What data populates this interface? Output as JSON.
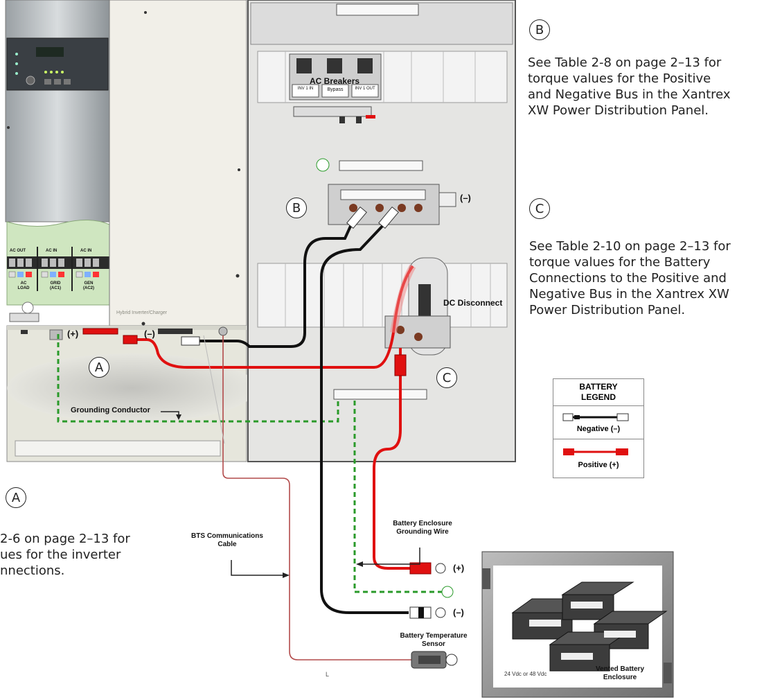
{
  "labels": {
    "ac_breakers": "AC Breakers",
    "breaker_inv1_in": "INV 1 IN",
    "breaker_bypass": "Bypass",
    "breaker_inv1_out": "INV 1 OUT",
    "dc_disconnect": "DC Disconnect",
    "hybrid_inverter": "Hybrid Inverter/Charger",
    "grounding_conductor": "Grounding Conductor",
    "bts_cable_line1": "BTS Communications",
    "bts_cable_line2": "Cable",
    "enclosure_ground_line1": "Battery Enclosure",
    "enclosure_ground_line2": "Grounding Wire",
    "temp_sensor_line1": "Battery Temperature",
    "temp_sensor_line2": "Sensor",
    "vented_line1": "Vented Battery",
    "vented_line2": "Enclosure",
    "voltage": "24 Vdc or 48 Vdc",
    "pos_terminal": "(+)",
    "neg_terminal": "(–)",
    "bus_neg": "(–)",
    "batt_pos": "(+)",
    "batt_neg": "(–)",
    "ac_out": "AC OUT",
    "ac_in_1": "AC IN",
    "ac_in_2": "AC IN",
    "ac_load_1": "AC",
    "ac_load_2": "LOAD",
    "grid_1": "GRID",
    "grid_2": "(AC1)",
    "gen_1": "GEN",
    "gen_2": "(AC2)",
    "tiny_l": "L"
  },
  "callouts": {
    "b_top": "B",
    "b_mid": "B",
    "c_top": "C",
    "c_mid": "C",
    "a_mid": "A",
    "a_bottom": "A"
  },
  "notes": {
    "b": [
      "See Table 2-8 on page 2–13 for",
      "torque values for the Positive",
      "and Negative Bus in the Xantrex",
      "XW Power Distribution Panel."
    ],
    "c": [
      "See Table 2-10 on page 2–13 for",
      "torque values for the Battery",
      "Connections to the Positive and",
      "Negative Bus in the Xantrex XW",
      "Power Distribution Panel."
    ],
    "a": [
      "2-6 on page 2–13 for",
      "ues for the inverter",
      "nnections."
    ]
  },
  "legend": {
    "title_line1": "BATTERY",
    "title_line2": "LEGEND",
    "negative": "Negative (–)",
    "positive": "Positive (+)"
  },
  "colors": {
    "positive": "#e01010",
    "negative": "#111111",
    "ground": "#2a9a2a",
    "bts": "#b24a4a"
  }
}
